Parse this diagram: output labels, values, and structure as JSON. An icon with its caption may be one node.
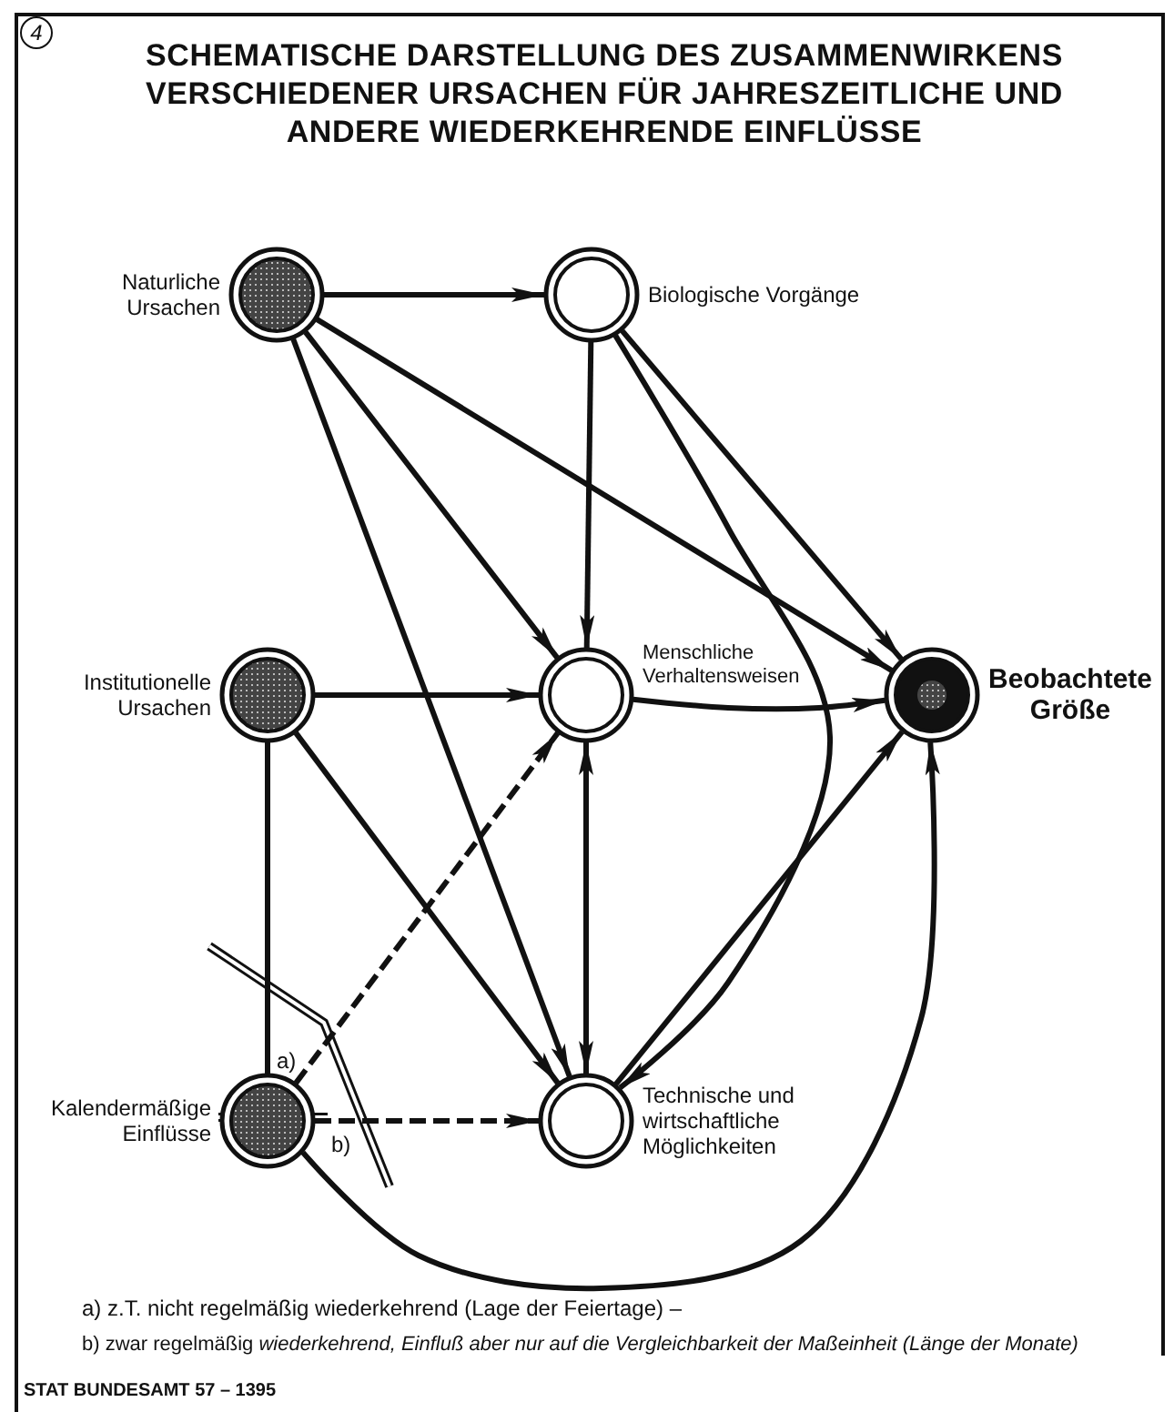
{
  "diagram": {
    "title": "SCHEMATISCHE DARSTELLUNG DES ZUSAMMENWIRKENS VERSCHIEDENER URSACHEN FÜR JAHRESZEITLICHE UND ANDERE WIEDERKEHRENDE EINFLÜSSE",
    "nodes": [
      {
        "text": [
          "Naturliche Ursachen"
        ]
      },
      {
        "text": [
          "Biologische Vorgänge"
        ]
      },
      {
        "text": [
          "Institutionelle Ursachen"
        ]
      },
      {
        "text": [
          "Menschliche Verhaltensweisen"
        ]
      },
      {
        "text": [
          "Beobachtete Größe"
        ]
      },
      {
        "text": [
          "Kalendermäßige Einflüsse"
        ]
      },
      {
        "text": [
          "Technische und wirtschaftliche Möglichkeiten"
        ]
      }
    ],
    "edges": [
      {
        "from": 0,
        "to": 1,
        "arrow": "to"
      },
      {
        "from": 0,
        "to": 3,
        "arrow": "to"
      },
      {
        "from": 0,
        "to": 4,
        "arrow": "to"
      },
      {
        "from": 0,
        "to": 6,
        "arrow": "to"
      },
      {
        "from": 1,
        "to": 3,
        "arrow": "to"
      },
      {
        "from": 1,
        "to": 6,
        "arrow": "to"
      },
      {
        "from": 1,
        "to": 4,
        "arrow": "to"
      },
      {
        "from": 2,
        "to": 3,
        "arrow": "to"
      },
      {
        "from": 2,
        "to": 6,
        "arrow": "to"
      },
      {
        "from": 2,
        "to": 5,
        "arrow": "none"
      },
      {
        "from": 3,
        "to": 4,
        "arrow": "to"
      },
      {
        "from": 3,
        "to": 6,
        "arrow": "both"
      },
      {
        "from": 5,
        "to": 3,
        "arrow": "to",
        "style": "dashed"
      },
      {
        "from": 5,
        "to": 6,
        "arrow": "to",
        "style": "dashed"
      },
      {
        "from": 6,
        "to": 4,
        "arrow": "to"
      },
      {
        "from": 5,
        "to": 4,
        "arrow": "to"
      }
    ],
    "labels": [
      "4",
      "a)",
      "b)",
      "a) z.T. nicht regelmäßig wiederkehrend (Lage der Feiertage) –",
      "b) zwar regelmäßig *wiederkehrend, Einfluß aber nur auf die Vergleichbarkeit der Maßeinheit (Länge der Monate)*",
      "STAT BUNDESAMT 57 – 1395"
    ]
  }
}
